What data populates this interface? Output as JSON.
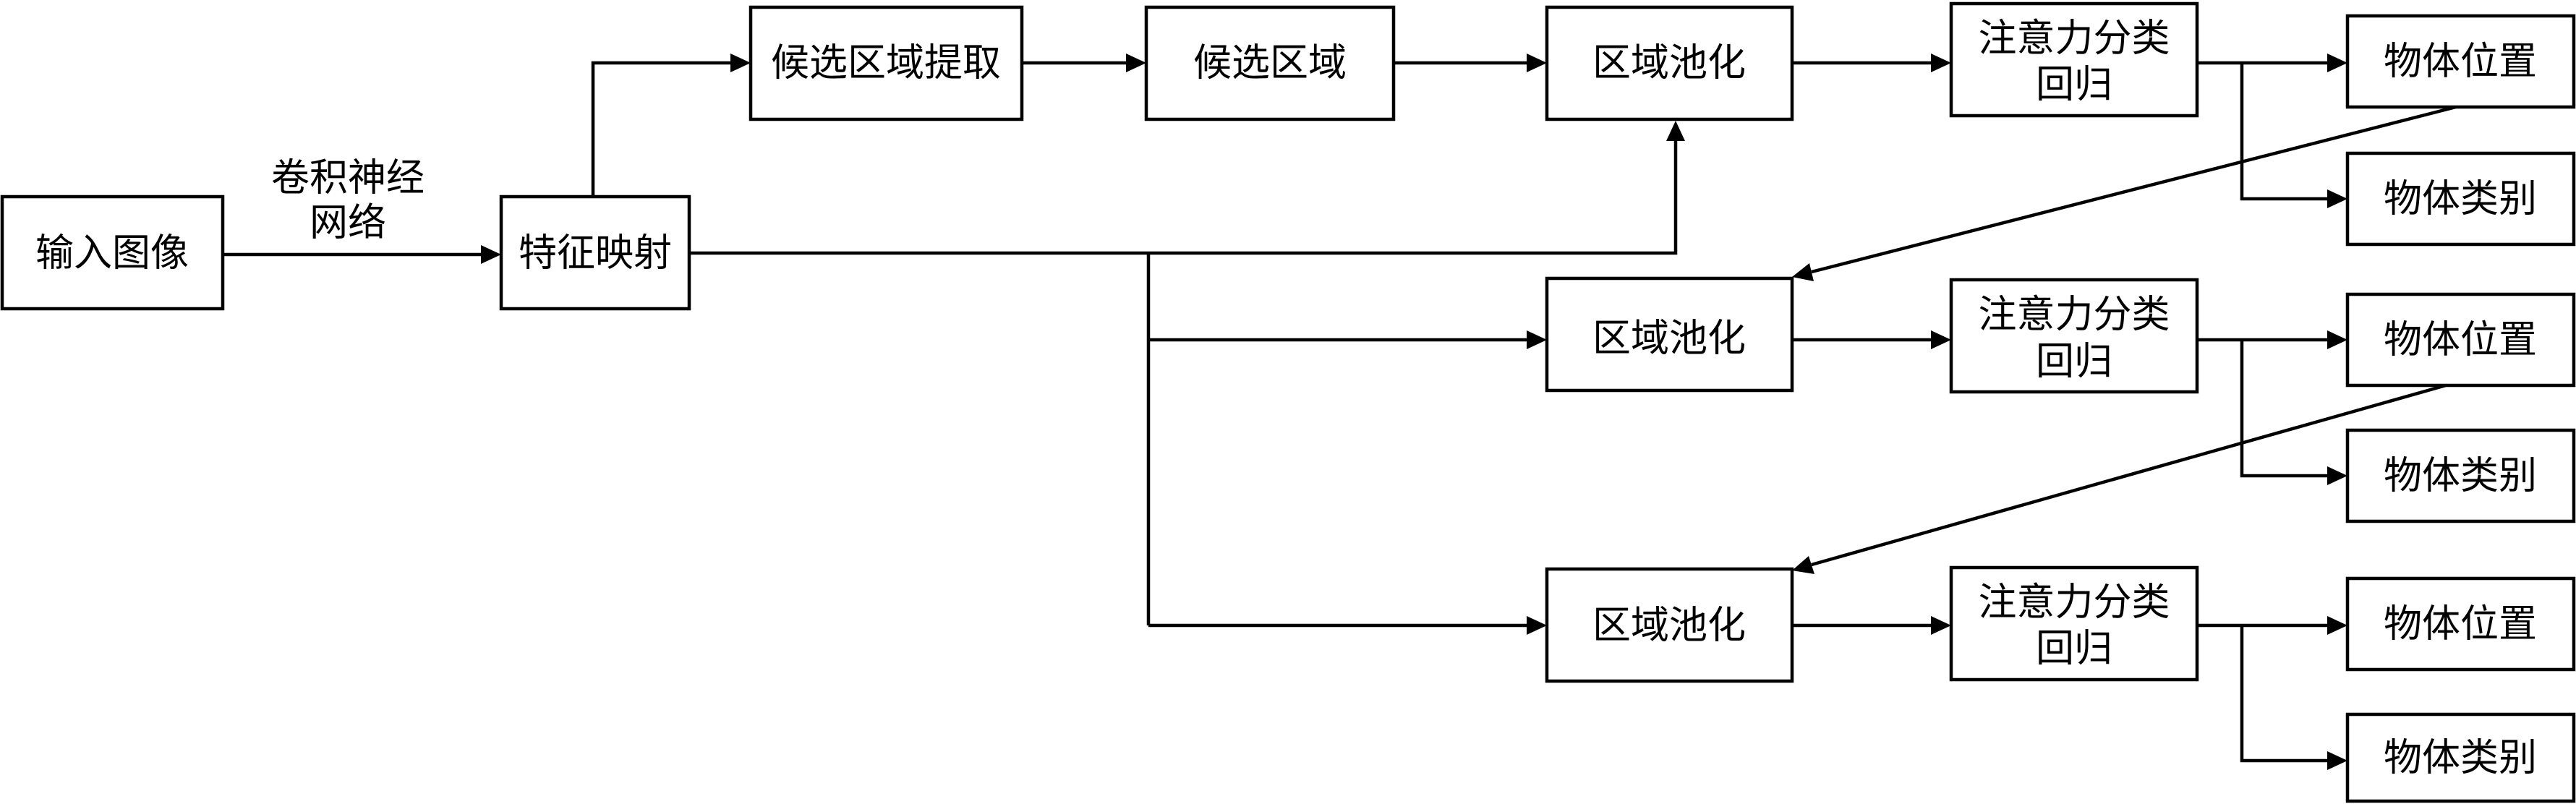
{
  "nodes": {
    "input_image": {
      "label": "输入图像"
    },
    "feature_map": {
      "label": "特征映射"
    },
    "proposal_extraction": {
      "label": "候选区域提取"
    },
    "proposals": {
      "label": "候选区域"
    },
    "pooling_1": {
      "label": "区域池化"
    },
    "pooling_2": {
      "label": "区域池化"
    },
    "pooling_3": {
      "label": "区域池化"
    },
    "attention_1": {
      "line1": "注意力分类",
      "line2": "回归"
    },
    "attention_2": {
      "line1": "注意力分类",
      "line2": "回归"
    },
    "attention_3": {
      "line1": "注意力分类",
      "line2": "回归"
    },
    "location_1": {
      "label": "物体位置"
    },
    "location_2": {
      "label": "物体位置"
    },
    "location_3": {
      "label": "物体位置"
    },
    "category_1": {
      "label": "物体类别"
    },
    "category_2": {
      "label": "物体类别"
    },
    "category_3": {
      "label": "物体类别"
    }
  },
  "edge_labels": {
    "cnn_line1": "卷积神经",
    "cnn_line2": "网络"
  }
}
